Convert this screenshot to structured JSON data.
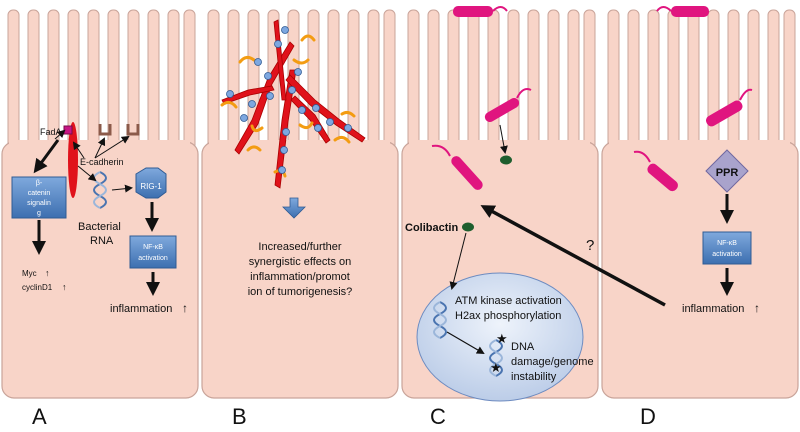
{
  "panels": [
    {
      "label": "A"
    },
    {
      "label": "B"
    },
    {
      "label": "C"
    },
    {
      "label": "D"
    }
  ],
  "panel_a": {
    "fada": "FadA",
    "ecadherin": "E-cadherin",
    "beta_catenin": [
      "β-",
      "catenin",
      "signalin",
      "g"
    ],
    "rig1": "RIG-1",
    "bacterial_rna": [
      "Bacterial",
      "RNA"
    ],
    "nfkb": [
      "NF-κB",
      "activation"
    ],
    "myc": "Myc",
    "cyclin": "cyclinD1",
    "inflammation": "inflammation"
  },
  "panel_b": {
    "text": [
      "Increased/further",
      "synergistic effects on",
      "inflammation/promot",
      "ion of tumorigenesis?"
    ]
  },
  "panel_c": {
    "colibactin": "Colibactin",
    "nucleus": [
      "ATM kinase activation",
      "H2ax phosphorylation"
    ],
    "dna": [
      "DNA",
      "damage/genome",
      "instability"
    ]
  },
  "panel_d": {
    "ppr": "PPR",
    "nfkb": [
      "NF-κB",
      "activation"
    ],
    "inflammation": "inflammation",
    "question": "?"
  },
  "colors": {
    "cell": "#f8d4c8",
    "cell_border": "#c9a49a",
    "bacteria": "#e0157f",
    "blue_box": "#4f86c6",
    "red": "#e0121b",
    "vesicle": "#1e5e2e"
  }
}
